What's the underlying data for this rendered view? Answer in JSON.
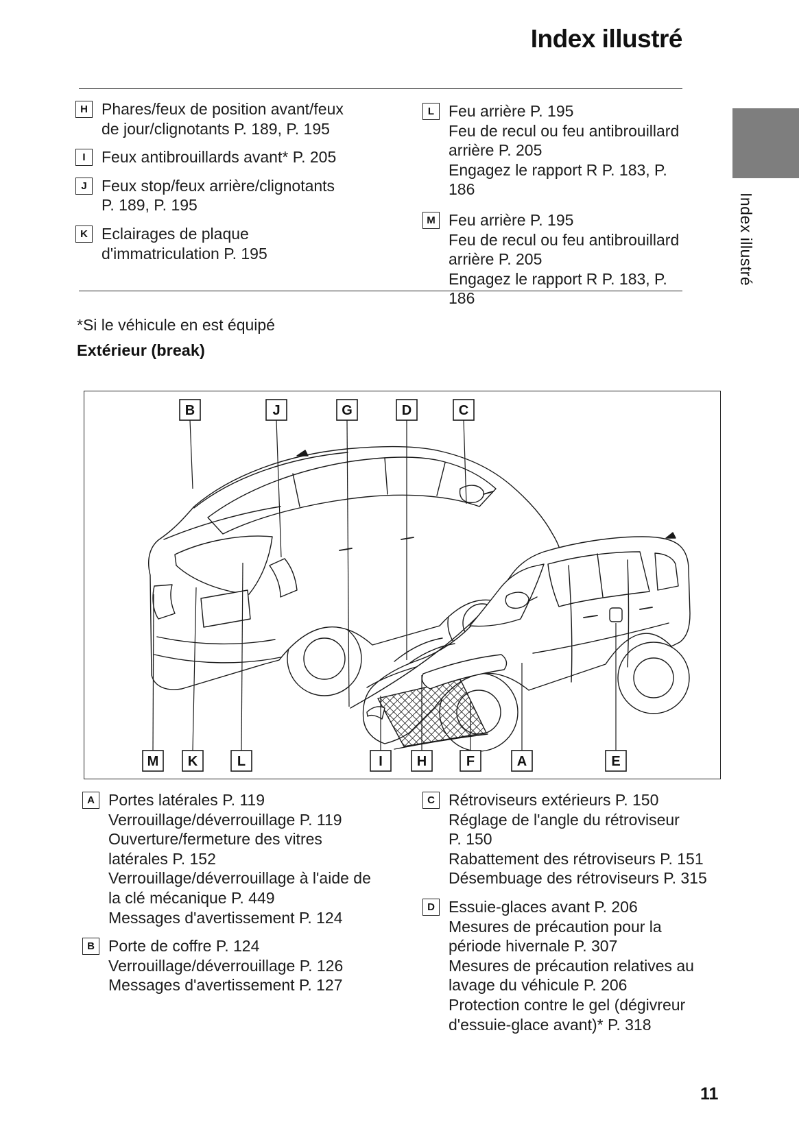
{
  "header": {
    "title": "Index illustré"
  },
  "sidebar": {
    "tab_label": "Index illustré",
    "tab_color": "#7e7e7e"
  },
  "page_number": "11",
  "footnote": "*Si le véhicule en est équipé",
  "section_heading": "Extérieur (break)",
  "top_list": {
    "left": [
      {
        "label": "H",
        "text": "Phares/feux de position avant/feux\nde jour/clignotants P. 189, P. 195"
      },
      {
        "label": "I",
        "text": "Feux antibrouillards avant* P. 205"
      },
      {
        "label": "J",
        "text": "Feux stop/feux arrière/clignotants\nP. 189, P. 195"
      },
      {
        "label": "K",
        "text": "Eclairages de plaque\nd'immatriculation P. 195"
      }
    ],
    "right": [
      {
        "label": "L",
        "text": "Feu arrière P. 195\nFeu de recul ou feu antibrouillard\narrière P. 205\nEngagez le rapport R P. 183, P. 186"
      },
      {
        "label": "M",
        "text": "Feu arrière P. 195\nFeu de recul ou feu antibrouillard\narrière P. 205\nEngagez le rapport R P. 183, P. 186"
      }
    ]
  },
  "figure": {
    "top_labels": [
      "B",
      "J",
      "G",
      "D",
      "C"
    ],
    "bottom_labels": [
      "M",
      "K",
      "L",
      "I",
      "H",
      "F",
      "A",
      "E"
    ]
  },
  "bottom_list": {
    "left": [
      {
        "label": "A",
        "text": "Portes latérales P. 119\nVerrouillage/déverrouillage P. 119\nOuverture/fermeture des vitres\nlatérales P. 152\nVerrouillage/déverrouillage à l'aide de\nla clé mécanique P. 449\nMessages d'avertissement P. 124"
      },
      {
        "label": "B",
        "text": "Porte de coffre P. 124\nVerrouillage/déverrouillage P. 126\nMessages d'avertissement P. 127"
      }
    ],
    "right": [
      {
        "label": "C",
        "text": "Rétroviseurs extérieurs P. 150\nRéglage de l'angle du rétroviseur\nP. 150\nRabattement des rétroviseurs P. 151\nDésembuage des rétroviseurs P. 315"
      },
      {
        "label": "D",
        "text": "Essuie-glaces avant P. 206\nMesures de précaution pour la\npériode hivernale P. 307\nMesures de précaution relatives au\nlavage du véhicule P. 206\nProtection contre le gel (dégivreur\nd'essuie-glace avant)* P. 318"
      }
    ]
  }
}
